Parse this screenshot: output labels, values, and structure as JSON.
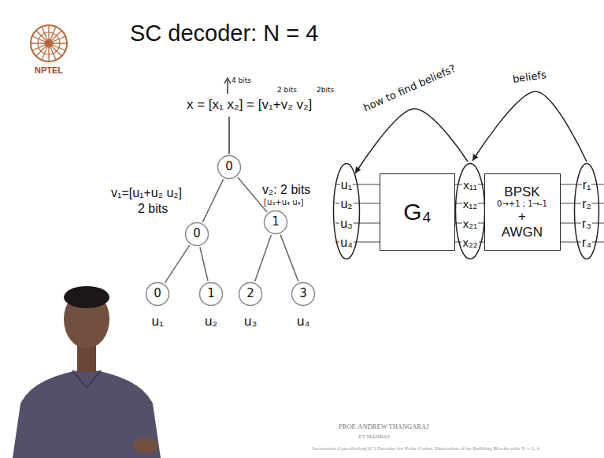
{
  "diagram": {
    "title": "SC decoder: N = 4",
    "nodes": [
      {
        "text": [
          "0"
        ]
      },
      {
        "text": [
          "0"
        ]
      },
      {
        "text": [
          "1"
        ]
      },
      {
        "text": [
          "0"
        ]
      },
      {
        "text": [
          "1"
        ]
      },
      {
        "text": [
          "2"
        ]
      },
      {
        "text": [
          "3"
        ]
      },
      {
        "text": [
          "u₁",
          "u₂",
          "u₃",
          "u₄"
        ]
      },
      {
        "text": [
          "G₄"
        ]
      },
      {
        "text": [
          "x₁₁",
          "x₁₂",
          "x₂₁",
          "x₂₂"
        ]
      },
      {
        "text": [
          "BPSK",
          "0→+1 ; 1→-1",
          "+",
          "AWGN"
        ]
      },
      {
        "text": [
          "r₁",
          "r₂",
          "r₃",
          "r₄"
        ]
      }
    ],
    "edges": [
      {
        "from": 0,
        "to": 1,
        "arrow": "none"
      },
      {
        "from": 0,
        "to": 2,
        "arrow": "none"
      },
      {
        "from": 1,
        "to": 3,
        "arrow": "none"
      },
      {
        "from": 1,
        "to": 4,
        "arrow": "none"
      },
      {
        "from": 2,
        "to": 5,
        "arrow": "none"
      },
      {
        "from": 2,
        "to": 6,
        "arrow": "none"
      },
      {
        "from": 11,
        "to": 9,
        "arrow": "to",
        "label": "beliefs"
      },
      {
        "from": 9,
        "to": 7,
        "arrow": "to",
        "label": "how to find beliefs?"
      }
    ],
    "labels": [
      "NPTEL",
      "4 bits",
      "2 bits",
      "2bits",
      "x = [x₁ x₂] = [v₁+v₂ v₂]",
      "v₁=[u₁+u₂ u₂]",
      "2 bits",
      "v₂: 2 bits",
      "[u₃+u₄ u₄]",
      "u₁",
      "u₂",
      "u₃",
      "u₄",
      "PROF. ANDREW THANGARAJ",
      "IIT MADRAS",
      "Successive Cancellation(SC) Decoder for Polar Codes: Illustration of its Building Blocks with N = 2, 4"
    ]
  }
}
